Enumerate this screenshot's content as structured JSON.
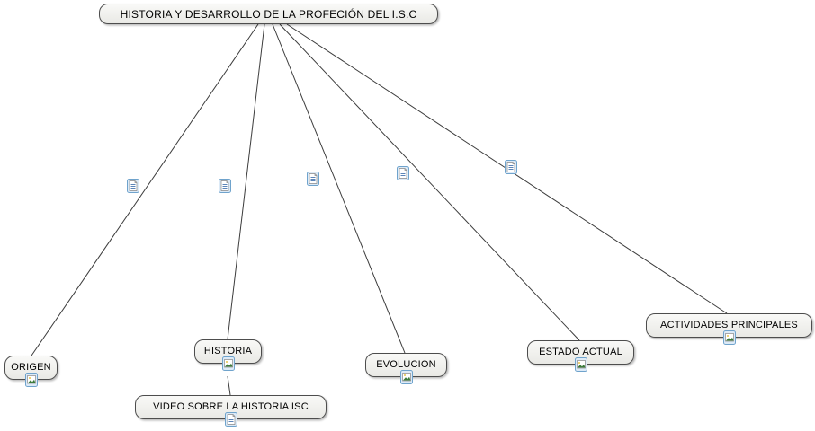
{
  "map": {
    "background": "#ffffff"
  },
  "colors": {
    "node_border": "#4d4d4d",
    "node_fill_top": "#f9f9f7",
    "node_fill_bottom": "#e9e9e5",
    "line": "#3c3c3c",
    "resource_icon_border": "#6fa3cc",
    "resource_icon_fill": "#dceaf7"
  },
  "root": {
    "label": "HISTORIA Y DESARROLLO DE LA PROFECIÓN DEL I.S.C"
  },
  "concepts": [
    {
      "label": "ORIGEN",
      "resource": "image-resource"
    },
    {
      "label": "HISTORIA",
      "resource": "image-resource"
    },
    {
      "label": "VIDEO SOBRE LA HISTORIA ISC",
      "resource": "document-resource"
    },
    {
      "label": "EVOLUCION",
      "resource": "image-resource"
    },
    {
      "label": "ESTADO ACTUAL",
      "resource": "image-resource"
    },
    {
      "label": "ACTIVIDADES PRINCIPALES",
      "resource": "image-resource"
    }
  ],
  "link_resource_icons": [
    "document-resource",
    "document-resource",
    "document-resource",
    "document-resource",
    "document-resource"
  ]
}
